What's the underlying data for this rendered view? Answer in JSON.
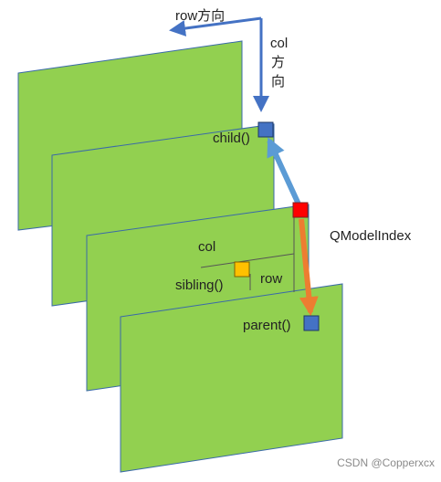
{
  "axis_labels": {
    "row_direction": "row方向",
    "col_word": "col",
    "col_direction_chars": [
      "方",
      "向"
    ]
  },
  "labels": {
    "child": "child()",
    "model_index": "QModelIndex",
    "col": "col",
    "sibling": "sibling()",
    "row": "row",
    "parent": "parent()"
  },
  "watermark": "CSDN @Copperxcx",
  "colors": {
    "plane_fill": "#92d050",
    "plane_stroke": "#3a6aa8",
    "axis_arrow": "#4472c4",
    "child_cell": "#4472c4",
    "parent_cell": "#4472c4",
    "model_index_cell": "#ff0000",
    "sibling_cell": "#ffc000",
    "to_child_arrow": "#5b9bd5",
    "to_parent_arrow": "#ed7d31"
  }
}
